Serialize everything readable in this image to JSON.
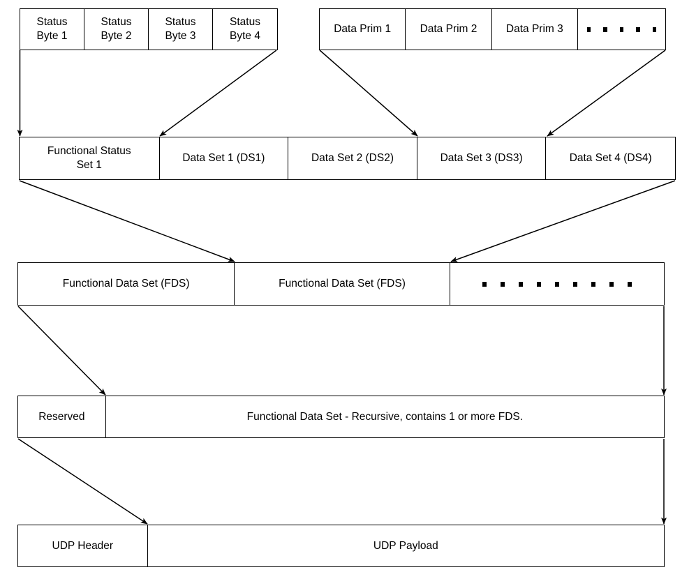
{
  "diagram": {
    "title": "Protocol data encapsulation hierarchy",
    "background_color": "#ffffff",
    "line_color": "#000000",
    "rows": [
      {
        "id": "status-bytes-row",
        "cells": [
          {
            "label": "Status\nByte 1"
          },
          {
            "label": "Status\nByte 2"
          },
          {
            "label": "Status\nByte 3"
          },
          {
            "label": "Status\nByte 4"
          }
        ]
      },
      {
        "id": "data-prims-row",
        "cells": [
          {
            "label": "Data Prim 1"
          },
          {
            "label": "Data Prim 2"
          },
          {
            "label": "Data Prim 3"
          },
          {
            "label": "",
            "dots": 5
          }
        ]
      },
      {
        "id": "functional-status-set-row",
        "cells": [
          {
            "label": "Functional Status\nSet 1"
          },
          {
            "label": "Data Set 1 (DS1)"
          },
          {
            "label": "Data Set 2 (DS2)"
          },
          {
            "label": "Data Set 3 (DS3)"
          },
          {
            "label": "Data Set 4 (DS4)"
          }
        ]
      },
      {
        "id": "functional-data-set-row",
        "cells": [
          {
            "label": "Functional Data Set (FDS)"
          },
          {
            "label": "Functional Data Set (FDS)"
          },
          {
            "label": "",
            "dots": 9
          }
        ]
      },
      {
        "id": "reserved-row",
        "cells": [
          {
            "label": "Reserved"
          },
          {
            "label": "Functional Data Set - Recursive, contains 1 or more FDS."
          }
        ]
      },
      {
        "id": "udp-row",
        "cells": [
          {
            "label": "UDP Header"
          },
          {
            "label": "UDP Payload"
          }
        ]
      }
    ]
  },
  "labels": {
    "status_byte_1": "Status\nByte 1",
    "status_byte_2": "Status\nByte 2",
    "status_byte_3": "Status\nByte 3",
    "status_byte_4": "Status\nByte 4",
    "data_prim_1": "Data Prim 1",
    "data_prim_2": "Data Prim 2",
    "data_prim_3": "Data Prim 3",
    "functional_status_set_1": "Functional Status\nSet 1",
    "data_set_1": "Data Set 1 (DS1)",
    "data_set_2": "Data Set 2 (DS2)",
    "data_set_3": "Data Set 3 (DS3)",
    "data_set_4": "Data Set 4 (DS4)",
    "functional_data_set_a": "Functional Data Set (FDS)",
    "functional_data_set_b": "Functional Data Set (FDS)",
    "reserved": "Reserved",
    "fds_recursive": "Functional Data Set - Recursive, contains 1 or more FDS.",
    "udp_header": "UDP Header",
    "udp_payload": "UDP Payload"
  }
}
